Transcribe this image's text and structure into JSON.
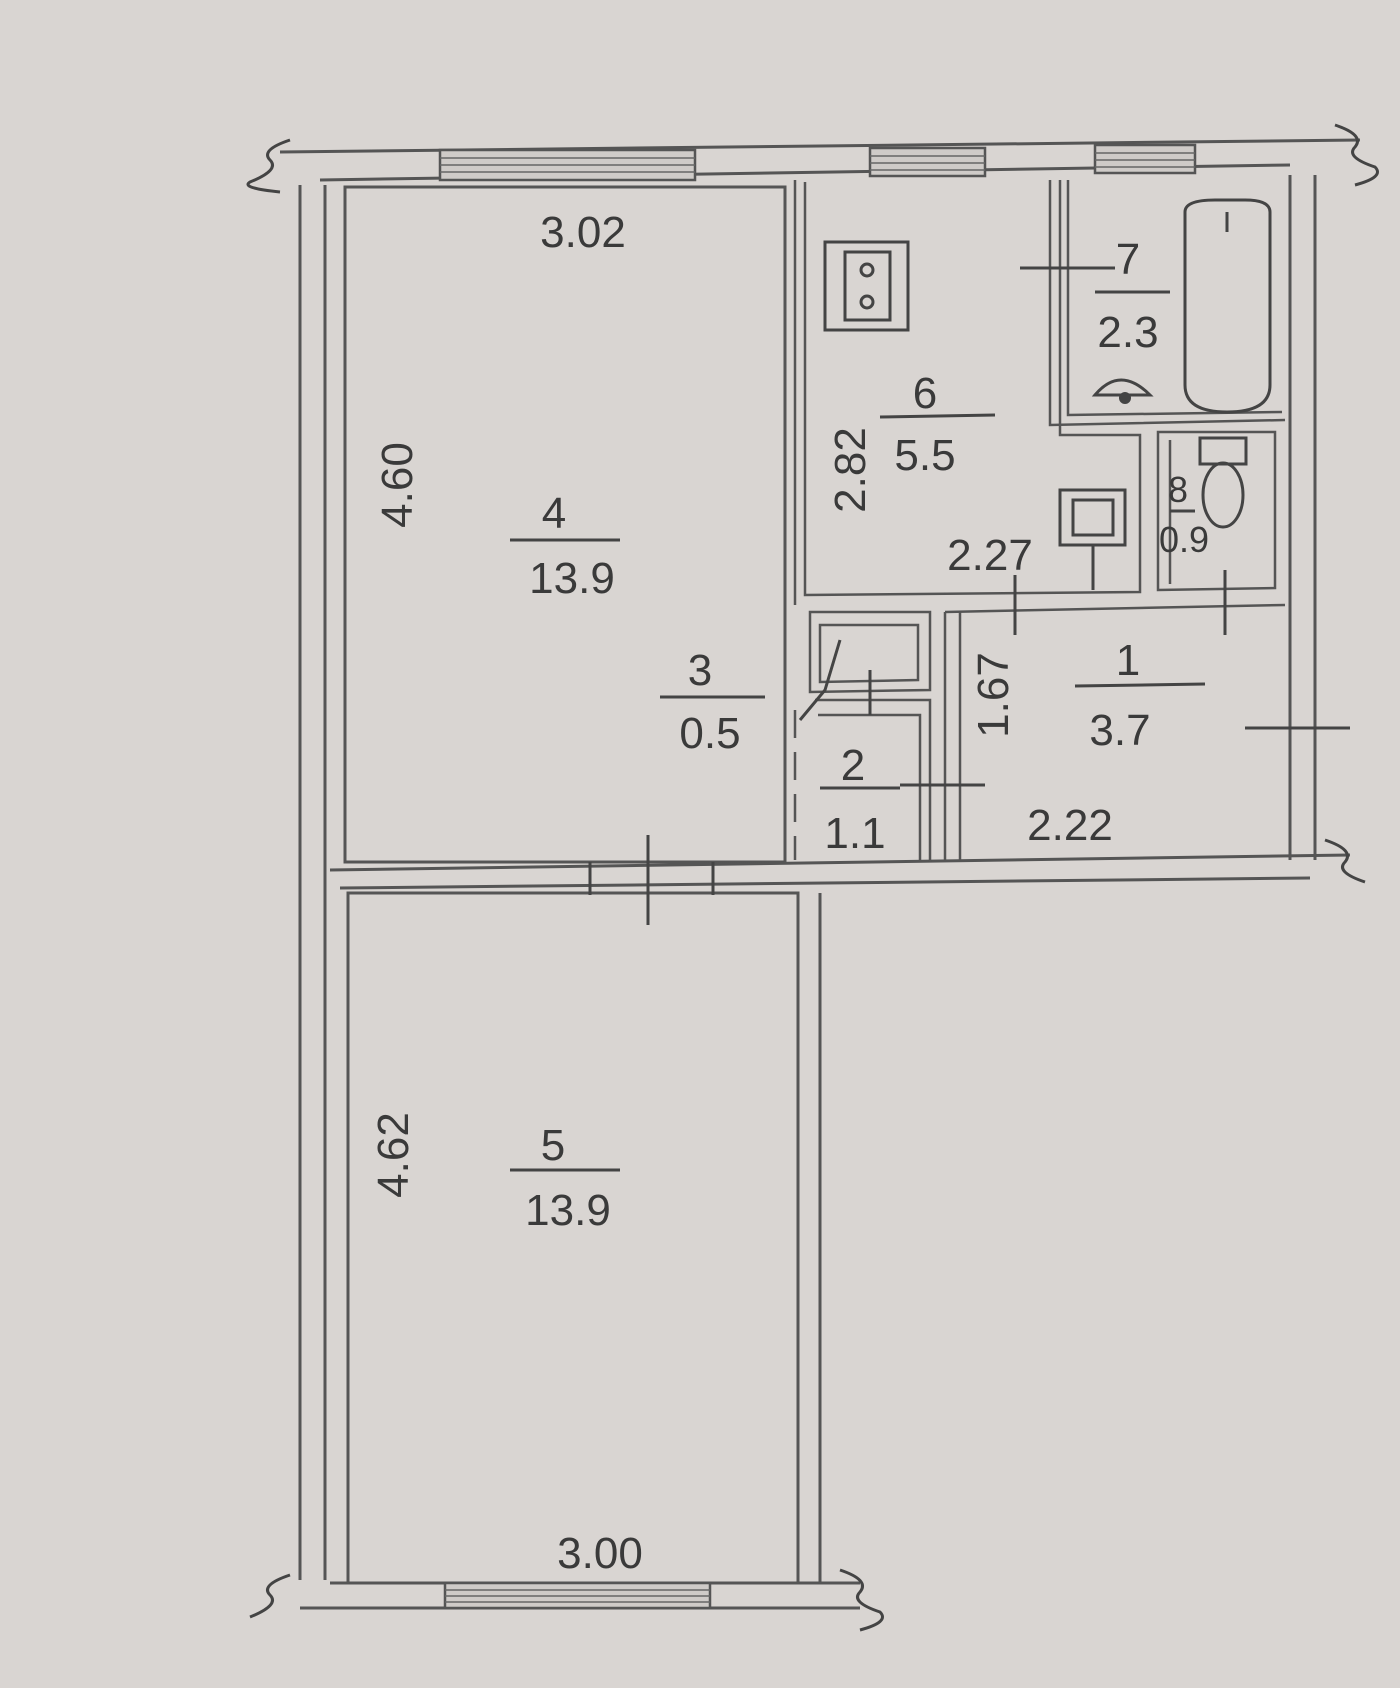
{
  "rooms": [
    {
      "number": "4",
      "area": "13.9"
    },
    {
      "number": "5",
      "area": "13.9"
    },
    {
      "number": "6",
      "area": "5.5"
    },
    {
      "number": "7",
      "area": "2.3"
    },
    {
      "number": "8",
      "area": "0.9"
    },
    {
      "number": "1",
      "area": "3.7"
    },
    {
      "number": "2",
      "area": "1.1"
    },
    {
      "number": "3",
      "area": "0.5"
    }
  ],
  "dimensions": {
    "room4_width": "3.02",
    "room4_length": "4.60",
    "room5_width": "3.00",
    "room5_length": "4.62",
    "room6_width": "2.27",
    "room6_length": "2.82",
    "room1_width": "2.22",
    "room1_length": "1.67"
  },
  "fixtures": [
    "stove-icon",
    "bathtub-icon",
    "washbasin-icon",
    "toilet-icon",
    "sink-icon"
  ]
}
